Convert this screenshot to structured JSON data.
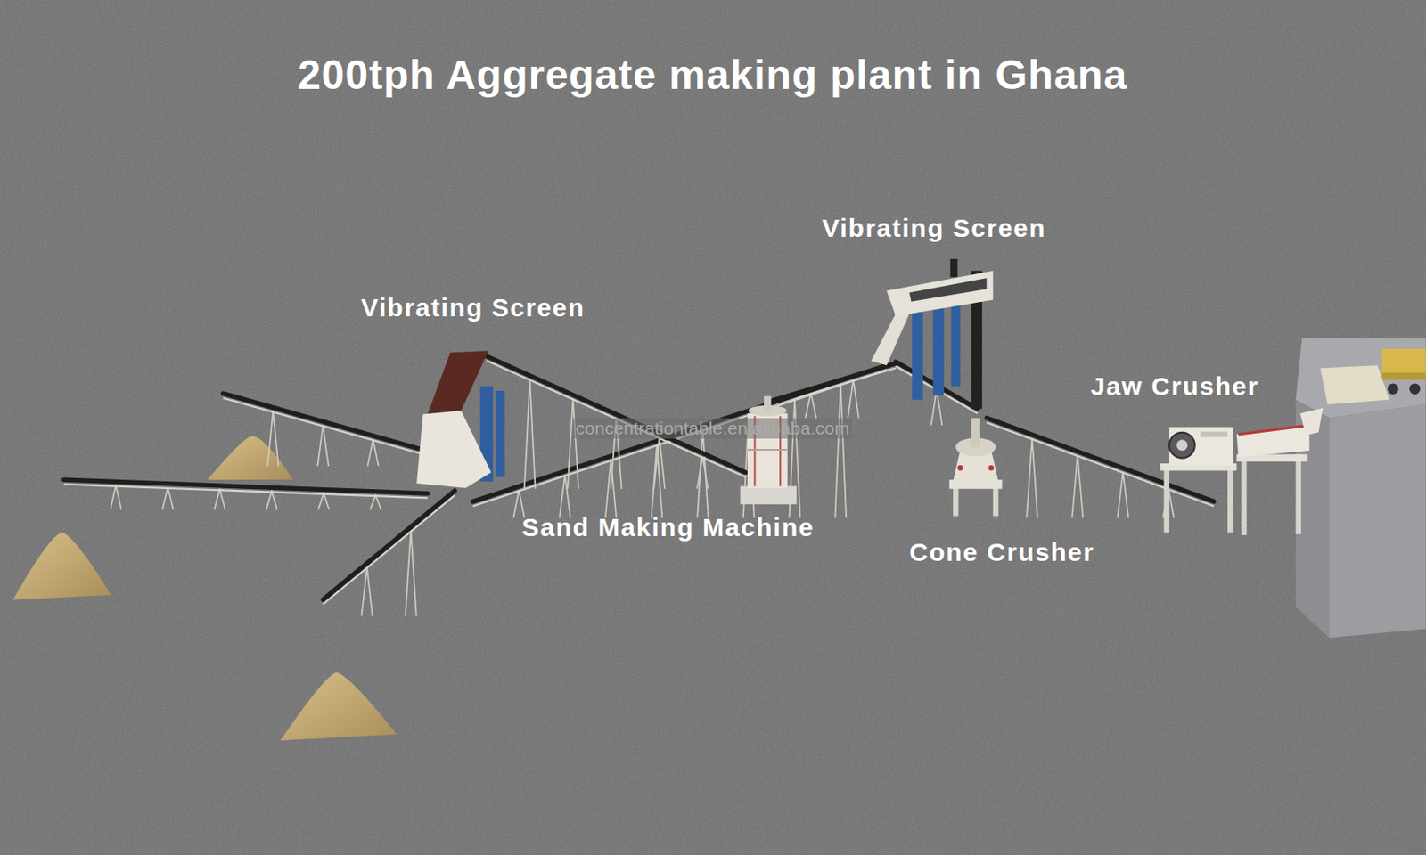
{
  "diagram": {
    "title": "200tph Aggregate making plant in Ghana",
    "labels": [
      "Vibrating Screen",
      "Vibrating Screen",
      "Jaw Crusher",
      "concentrationtable.en.alibaba.com",
      "Sand Making Machine",
      "Cone Crusher"
    ]
  }
}
